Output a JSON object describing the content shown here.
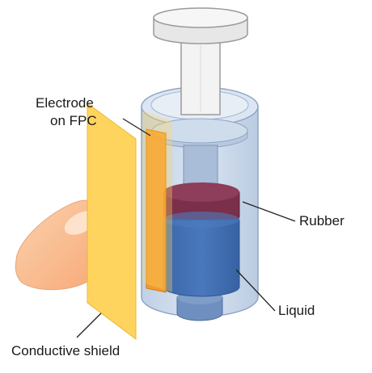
{
  "labels": {
    "electrode_line1": "Electrode",
    "electrode_line2": "on FPC",
    "rubber": "Rubber",
    "liquid": "Liquid",
    "shield": "Conductive shield"
  },
  "colors": {
    "shield": "#FFD45E",
    "electrode": "#F7941D",
    "rubber": "#7A2F4A",
    "liquid": "#3F6DB0",
    "cylinder": "#C7D6EA",
    "plunger": "#EFEFEF",
    "finger": "#F9B98A"
  }
}
